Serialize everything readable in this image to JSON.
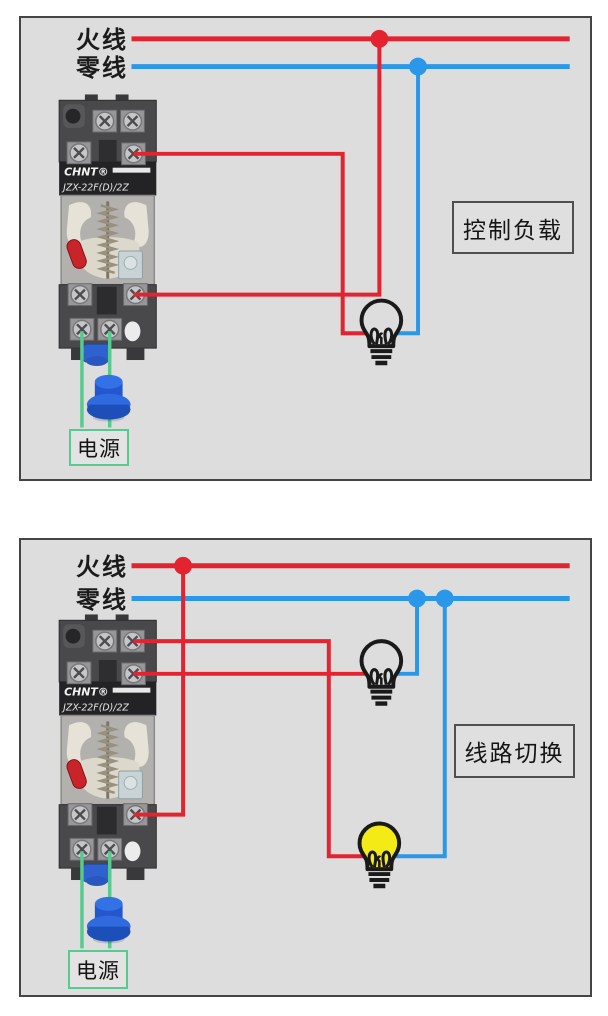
{
  "page": {
    "background": "#ffffff",
    "panel_bg": "#dddddd",
    "panel_border": "#454545"
  },
  "colors": {
    "live_wire_red": "#e32330",
    "neutral_wire_blue": "#2b97e8",
    "power_wire_green": "#57cb8e",
    "bulb_on_yellow": "#f4ea16",
    "bulb_outline_black": "#1a1a1a",
    "button_blue": "#2a63d8",
    "caption_border": "#4f4f4f"
  },
  "relay": {
    "brand": "CHNT®",
    "model": "JZX-22F(D)/2Z"
  },
  "diagram1": {
    "caption": "控制负载",
    "live_label": "火线",
    "neutral_label": "零线",
    "power_label": "电源",
    "bulb_state": "off"
  },
  "diagram2": {
    "caption": "线路切换",
    "live_label": "火线",
    "neutral_label": "零线",
    "power_label": "电源",
    "bulb_top_state": "off",
    "bulb_bottom_state": "on"
  }
}
